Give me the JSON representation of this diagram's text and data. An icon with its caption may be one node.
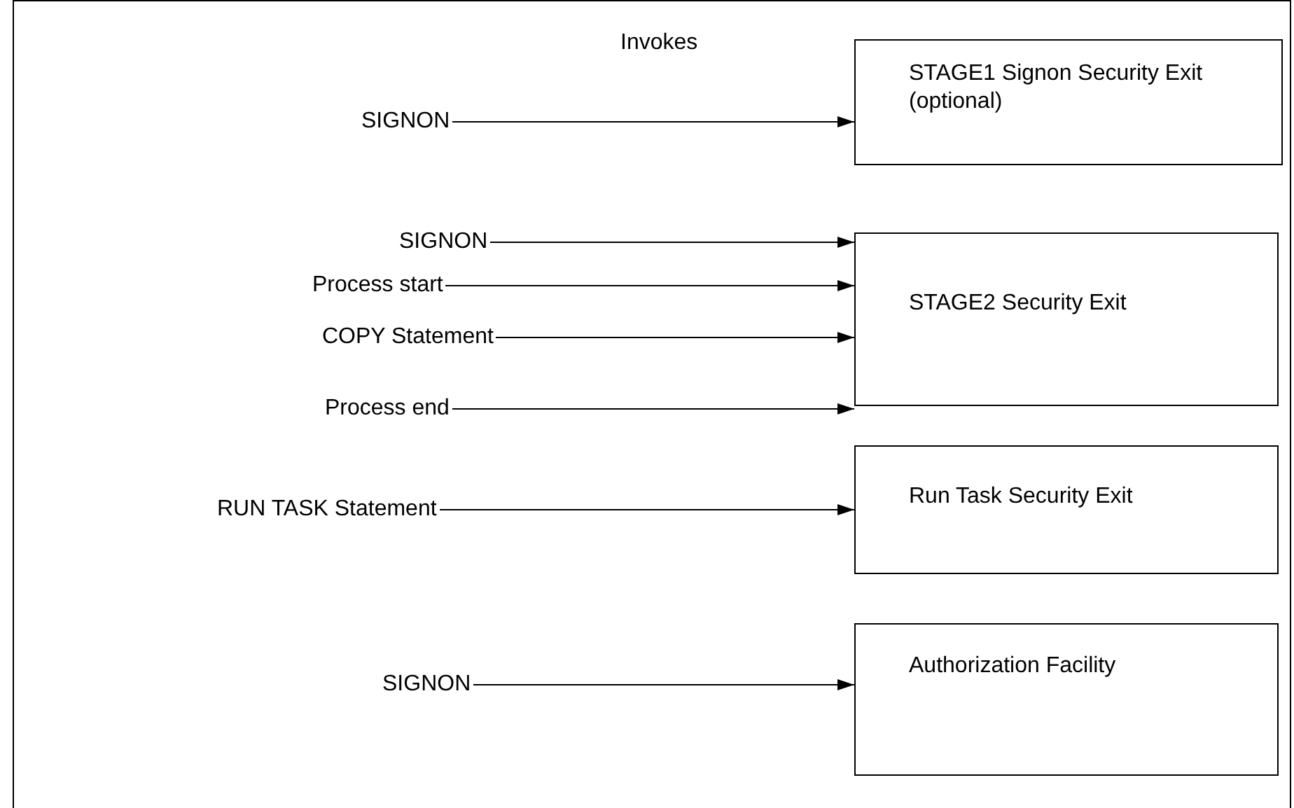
{
  "diagram": {
    "nodes": [
      {
        "text": [
          "SIGNON"
        ]
      },
      {
        "text": [
          "STAGE1 Signon Security Exit (optional)"
        ]
      },
      {
        "text": [
          "SIGNON"
        ]
      },
      {
        "text": [
          "Process start"
        ]
      },
      {
        "text": [
          "COPY Statement"
        ]
      },
      {
        "text": [
          "Process end"
        ]
      },
      {
        "text": [
          "STAGE2 Security Exit"
        ]
      },
      {
        "text": [
          "RUN TASK Statement"
        ]
      },
      {
        "text": [
          "Run Task Security Exit"
        ]
      },
      {
        "text": [
          "SIGNON"
        ]
      },
      {
        "text": [
          "Authorization Facility"
        ]
      }
    ],
    "edges": [
      {
        "from": 0,
        "to": 1,
        "arrow": "to"
      },
      {
        "from": 2,
        "to": 6,
        "arrow": "to"
      },
      {
        "from": 3,
        "to": 6,
        "arrow": "to"
      },
      {
        "from": 4,
        "to": 6,
        "arrow": "to"
      },
      {
        "from": 5,
        "to": 6,
        "arrow": "to"
      },
      {
        "from": 7,
        "to": 8,
        "arrow": "to"
      },
      {
        "from": 9,
        "to": 10,
        "arrow": "to"
      }
    ],
    "labels": [
      "Invokes"
    ]
  }
}
